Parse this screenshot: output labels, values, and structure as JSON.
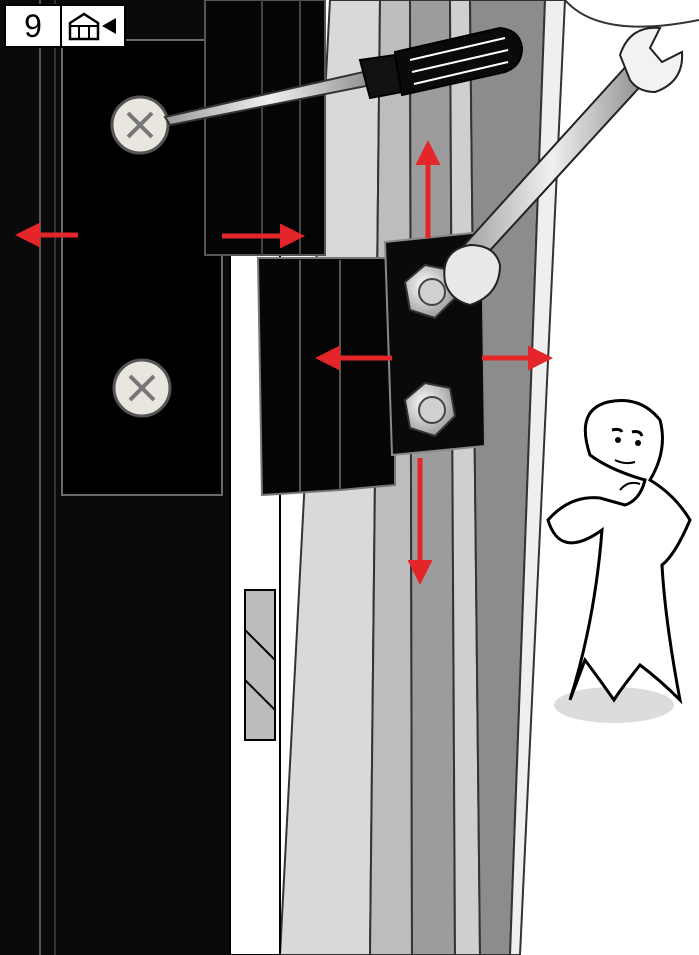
{
  "step": {
    "number": "9",
    "icon": "house-interior-arrow-icon"
  },
  "illustration": {
    "tools": [
      "screwdriver-icon",
      "wrench-icon"
    ],
    "adjustment_arrows": [
      "left",
      "right",
      "up",
      "down",
      "left",
      "right"
    ],
    "character": "thinking-stick-figure-icon"
  },
  "colors": {
    "arrow": "#e4262a",
    "frame_black": "#0a0a0a",
    "frame_gray": "#8c8c8c",
    "frame_light": "#d9d9d9",
    "screw_head": "#e8e6df"
  }
}
